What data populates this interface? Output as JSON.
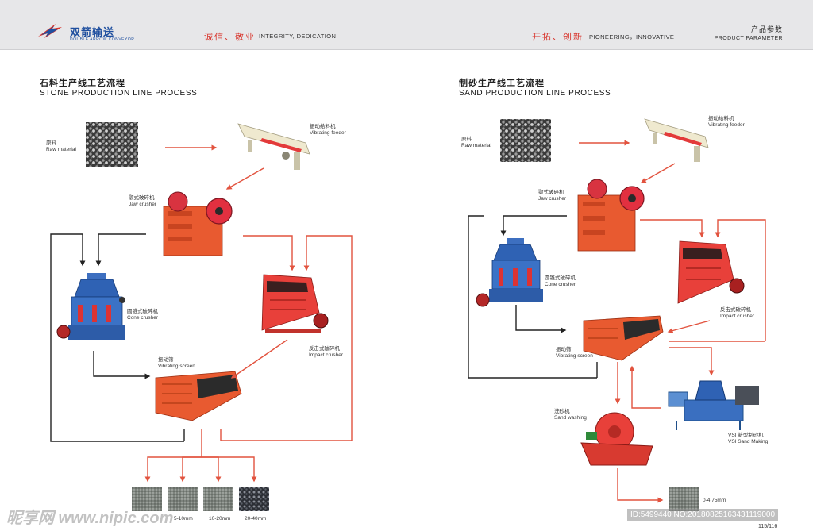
{
  "header": {
    "brand_cn": "双箭输送",
    "brand_en": "DOUBLE ARROW CONVEYOR",
    "brand_mark": "双箭",
    "slogan1_cn": "诚信、敬业",
    "slogan1_en": "INTEGRITY, DEDICATION",
    "slogan2_cn": "开拓、创新",
    "slogan2_en": "PIONEERING，INNOVATIVE",
    "section_cn": "产品参数",
    "section_en": "PRODUCT PARAMETER"
  },
  "stone": {
    "title_cn": "石料生产线工艺流程",
    "title_en": "STONE PRODUCTION LINE PROCESS",
    "raw_cn": "原料",
    "raw_en": "Raw material",
    "feeder_cn": "振动给料机",
    "feeder_en": "Vibrating feeder",
    "jaw_cn": "颚式破碎机",
    "jaw_en": "Jaw crusher",
    "cone_cn": "圆锥式破碎机",
    "cone_en": "Cone crusher",
    "impact_cn": "反击式破碎机",
    "impact_en": "Impact crusher",
    "screen_cn": "振动筛",
    "screen_en": "Vibrating screen",
    "sizes": [
      "5-10mm",
      "10-20mm",
      "20-40mm"
    ]
  },
  "sand": {
    "title_cn": "制砂生产线工艺流程",
    "title_en": "SAND PRODUCTION LINE PROCESS",
    "raw_cn": "原料",
    "raw_en": "Raw material",
    "feeder_cn": "振动给料机",
    "feeder_en": "Vibrating feeder",
    "jaw_cn": "颚式破碎机",
    "jaw_en": "Jaw crusher",
    "cone_cn": "圆锥式破碎机",
    "cone_en": "Cone crusher",
    "impact_cn": "反击式破碎机",
    "impact_en": "Impact crusher",
    "screen_cn": "振动筛",
    "screen_en": "Vibrating screen",
    "washing_cn": "洗砂机",
    "washing_en": "Sand washing",
    "vsi_cn": "VSI 新型制砂机",
    "vsi_en": "VSI Sand Making",
    "size": "0-4.75mm"
  },
  "footer": {
    "watermark": "昵享网 www.nipic.com",
    "image_id": "ID:5499440 NO:20180825163431119000",
    "page": "115/116"
  },
  "colors": {
    "arrow": "#e2533f",
    "accent": "#d8332a",
    "brand": "#1f4f9f"
  }
}
